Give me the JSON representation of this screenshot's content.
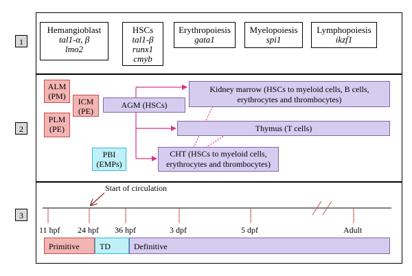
{
  "panels": [
    {
      "label": "1"
    },
    {
      "label": "2"
    },
    {
      "label": "3"
    }
  ],
  "panel1": {
    "hemangioblast": {
      "title": "Hemangioblast",
      "genes": [
        "tal1-α, β",
        "lmo2"
      ]
    },
    "hscs": {
      "title": "HSCs",
      "genes": [
        "tal1-β",
        "runx1",
        "cmyb"
      ]
    },
    "erythropoiesis": {
      "title": "Erythropoiesis",
      "genes": [
        "gata1"
      ]
    },
    "myelopoiesis": {
      "title": "Myelopoiesis",
      "genes": [
        "spi1"
      ]
    },
    "lymphopoiesis": {
      "title": "Lymphopoiesis",
      "genes": [
        "ikzf1"
      ]
    }
  },
  "panel2": {
    "alm": [
      "ALM",
      "(PM)"
    ],
    "plm": [
      "PLM",
      "(PE)"
    ],
    "icm": [
      "ICM",
      "(PE)"
    ],
    "agm": "AGM (HSCs)",
    "pbi": [
      "PBI",
      "(EMPs)"
    ],
    "kidney": [
      "Kidney marrow (HSCs to myeloid cells, B cells,",
      "erythrocytes and thrombocytes)"
    ],
    "thymus": "Thymus (T cells)",
    "cht": [
      "CHT (HSCs to myeloid cells,",
      "erythrocytes and thrombocytes)"
    ]
  },
  "panel3": {
    "start_label": "Start of circulation",
    "ticks": [
      "11 hpf",
      "24 hpf",
      "36 hpf",
      "3 dpf",
      "5 dpf",
      "Adult"
    ],
    "stages": [
      "Primitive",
      "TD",
      "Definitive"
    ]
  },
  "colors": {
    "pink": "#f4b4b4",
    "purple": "#d6ccf0",
    "cyan": "#bff0f8",
    "arrow_magenta": "#d6338a",
    "timeline_red": "#c0504d"
  }
}
